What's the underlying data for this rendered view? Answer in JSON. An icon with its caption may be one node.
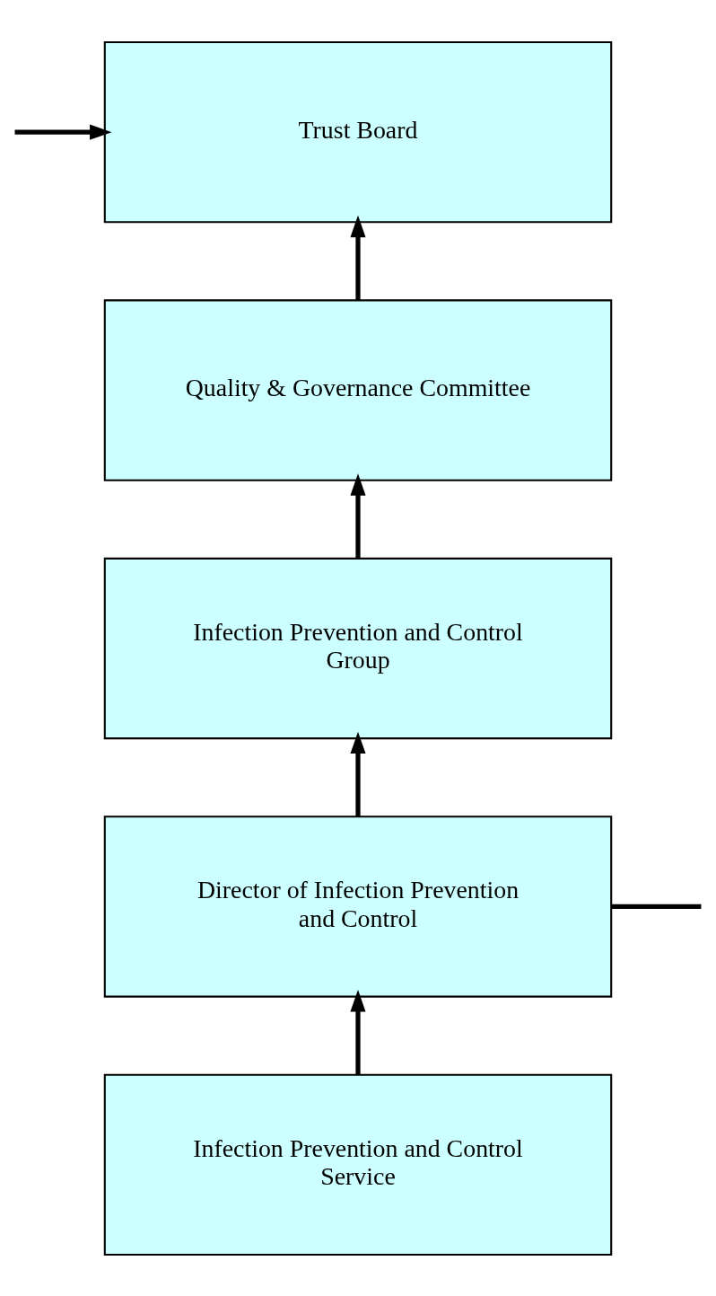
{
  "diagram": {
    "nodes": [
      {
        "text": [
          "Trust Board"
        ]
      },
      {
        "text": [
          "Quality & Governance Committee"
        ]
      },
      {
        "text": [
          "Infection Prevention and Control Group"
        ]
      },
      {
        "text": [
          "Director of Infection Prevention and Control"
        ]
      },
      {
        "text": [
          "Infection Prevention and Control Service"
        ]
      }
    ],
    "edges": [
      {
        "from": 4,
        "to": 3,
        "arrow": "to"
      },
      {
        "from": 3,
        "to": 2,
        "arrow": "to"
      },
      {
        "from": 2,
        "to": 1,
        "arrow": "to"
      },
      {
        "from": 1,
        "to": 0,
        "arrow": "to"
      },
      {
        "from": 3,
        "to": null,
        "arrow": "none"
      },
      {
        "from": null,
        "to": 0,
        "arrow": "to"
      }
    ]
  }
}
